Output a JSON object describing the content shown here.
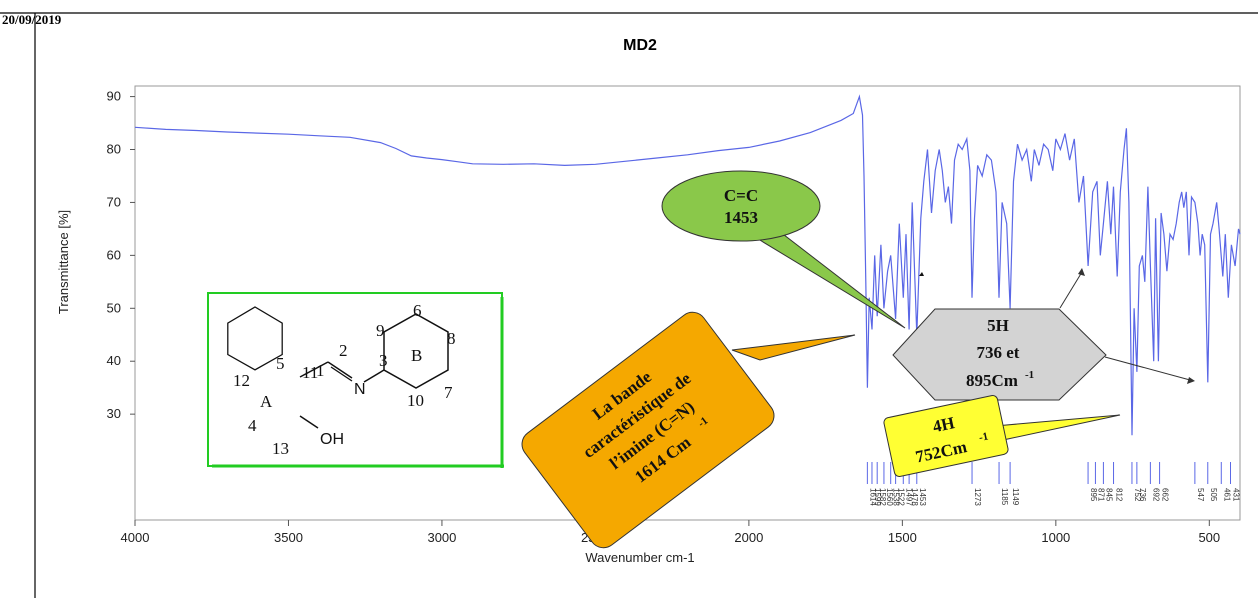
{
  "date": "20/09/2019",
  "chart_data": {
    "type": "line",
    "title": "MD2",
    "xlabel": "Wavenumber cm-1",
    "ylabel": "Transmittance [%]",
    "xlim": [
      4000,
      400
    ],
    "ylim": [
      10,
      92
    ],
    "x_ticks": [
      4000,
      3500,
      3000,
      2500,
      2000,
      1500,
      1000,
      500
    ],
    "y_ticks": [
      30,
      40,
      50,
      60,
      70,
      80,
      90
    ],
    "grid": false,
    "series_color": "#5a67e6",
    "series": [
      {
        "points": [
          [
            4000,
            84.2
          ],
          [
            3900,
            83.8
          ],
          [
            3800,
            83.6
          ],
          [
            3700,
            83.3
          ],
          [
            3600,
            83.1
          ],
          [
            3500,
            82.9
          ],
          [
            3400,
            82.6
          ],
          [
            3300,
            82.3
          ],
          [
            3200,
            81.3
          ],
          [
            3150,
            80.2
          ],
          [
            3100,
            78.8
          ],
          [
            3050,
            78.4
          ],
          [
            3000,
            78.1
          ],
          [
            2950,
            77.7
          ],
          [
            2900,
            77.3
          ],
          [
            2800,
            77.2
          ],
          [
            2700,
            77.3
          ],
          [
            2600,
            77.0
          ],
          [
            2500,
            77.2
          ],
          [
            2400,
            77.8
          ],
          [
            2300,
            78.4
          ],
          [
            2200,
            79.0
          ],
          [
            2100,
            79.8
          ],
          [
            2000,
            80.4
          ],
          [
            1900,
            81.6
          ],
          [
            1800,
            83.2
          ],
          [
            1700,
            85.5
          ],
          [
            1660,
            86.8
          ],
          [
            1640,
            90.0
          ],
          [
            1630,
            86.5
          ],
          [
            1625,
            75.0
          ],
          [
            1619,
            55.0
          ],
          [
            1614,
            35.0
          ],
          [
            1608,
            52.0
          ],
          [
            1599,
            46.0
          ],
          [
            1590,
            60.0
          ],
          [
            1582,
            48.5
          ],
          [
            1570,
            62.0
          ],
          [
            1560,
            50.0
          ],
          [
            1548,
            57.0
          ],
          [
            1538,
            60.0
          ],
          [
            1522,
            48.0
          ],
          [
            1510,
            66.0
          ],
          [
            1497,
            52.0
          ],
          [
            1488,
            64.0
          ],
          [
            1478,
            46.0
          ],
          [
            1468,
            70.0
          ],
          [
            1453,
            45.0
          ],
          [
            1440,
            67.0
          ],
          [
            1430,
            74.0
          ],
          [
            1418,
            80.0
          ],
          [
            1405,
            68.0
          ],
          [
            1393,
            76.0
          ],
          [
            1380,
            80.0
          ],
          [
            1370,
            76.0
          ],
          [
            1360,
            70.0
          ],
          [
            1350,
            73.0
          ],
          [
            1340,
            66.0
          ],
          [
            1330,
            78.0
          ],
          [
            1318,
            81.0
          ],
          [
            1305,
            80.0
          ],
          [
            1290,
            82.0
          ],
          [
            1280,
            76.0
          ],
          [
            1273,
            52.0
          ],
          [
            1265,
            67.0
          ],
          [
            1255,
            77.0
          ],
          [
            1240,
            75.0
          ],
          [
            1225,
            79.0
          ],
          [
            1210,
            78.0
          ],
          [
            1195,
            72.0
          ],
          [
            1185,
            52.0
          ],
          [
            1175,
            70.0
          ],
          [
            1160,
            66.0
          ],
          [
            1149,
            50.0
          ],
          [
            1138,
            74.0
          ],
          [
            1125,
            81.0
          ],
          [
            1110,
            78.0
          ],
          [
            1095,
            80.0
          ],
          [
            1080,
            74.0
          ],
          [
            1070,
            80.0
          ],
          [
            1055,
            77.0
          ],
          [
            1040,
            81.0
          ],
          [
            1025,
            80.0
          ],
          [
            1010,
            76.0
          ],
          [
            1000,
            82.0
          ],
          [
            985,
            80.0
          ],
          [
            970,
            83.0
          ],
          [
            955,
            78.0
          ],
          [
            940,
            82.0
          ],
          [
            925,
            70.0
          ],
          [
            910,
            75.0
          ],
          [
            895,
            58.0
          ],
          [
            880,
            72.0
          ],
          [
            866,
            74.0
          ],
          [
            855,
            60.0
          ],
          [
            845,
            66.0
          ],
          [
            832,
            74.0
          ],
          [
            821,
            64.0
          ],
          [
            812,
            73.0
          ],
          [
            800,
            56.0
          ],
          [
            790,
            72.0
          ],
          [
            778,
            80.0
          ],
          [
            770,
            84.0
          ],
          [
            762,
            70.0
          ],
          [
            752,
            26.0
          ],
          [
            745,
            50.0
          ],
          [
            736,
            38.0
          ],
          [
            728,
            58.0
          ],
          [
            718,
            60.0
          ],
          [
            710,
            55.0
          ],
          [
            700,
            73.0
          ],
          [
            692,
            58.0
          ],
          [
            681,
            40.0
          ],
          [
            675,
            67.0
          ],
          [
            666,
            40.0
          ],
          [
            657,
            68.0
          ],
          [
            648,
            64.0
          ],
          [
            638,
            57.0
          ],
          [
            628,
            64.0
          ],
          [
            618,
            63.0
          ],
          [
            608,
            66.0
          ],
          [
            598,
            70.0
          ],
          [
            590,
            72.0
          ],
          [
            583,
            69.0
          ],
          [
            575,
            72.0
          ],
          [
            566,
            60.0
          ],
          [
            558,
            71.0
          ],
          [
            547,
            70.0
          ],
          [
            537,
            66.0
          ],
          [
            530,
            60.0
          ],
          [
            523,
            64.0
          ],
          [
            515,
            62.0
          ],
          [
            505,
            36.0
          ],
          [
            496,
            64.0
          ],
          [
            488,
            66.0
          ],
          [
            476,
            70.0
          ],
          [
            468,
            65.0
          ],
          [
            456,
            56.0
          ],
          [
            448,
            64.0
          ],
          [
            438,
            52.0
          ],
          [
            428,
            62.0
          ],
          [
            416,
            58.0
          ],
          [
            405,
            65.0
          ],
          [
            400,
            64.0
          ]
        ]
      }
    ],
    "peak_labels": [
      "1614",
      "1599",
      "1582",
      "1560",
      "1538",
      "1522",
      "1497",
      "1478",
      "1453",
      "1273",
      "1185",
      "1149",
      "895",
      "871",
      "845",
      "812",
      "752",
      "736",
      "692",
      "662",
      "547",
      "505",
      "461",
      "431"
    ]
  },
  "structure": {
    "atom_labels": [
      "1",
      "2",
      "3",
      "4",
      "5",
      "6",
      "7",
      "8",
      "9",
      "10",
      "11",
      "12",
      "13",
      "A",
      "B"
    ],
    "N_label": "N",
    "OH_label": "OH",
    "border_color": "#22cc22"
  },
  "callouts": {
    "cc": {
      "line1": "C=C",
      "line2": "1453",
      "color": "#8ac84a"
    },
    "imine": {
      "line1": "La bande",
      "line2": "caractéristique de",
      "line3": "l’imine (C=N)",
      "line4": "1614 Cm",
      "sup": "-1",
      "color": "#f5a800"
    },
    "h5": {
      "line1": "5H",
      "line2": "736 et",
      "line3": "895Cm",
      "sup": "-1",
      "color": "#d3d3d3"
    },
    "h4": {
      "line1": "4H",
      "line2": "752Cm",
      "sup": "-1",
      "color": "#ffff33"
    }
  }
}
